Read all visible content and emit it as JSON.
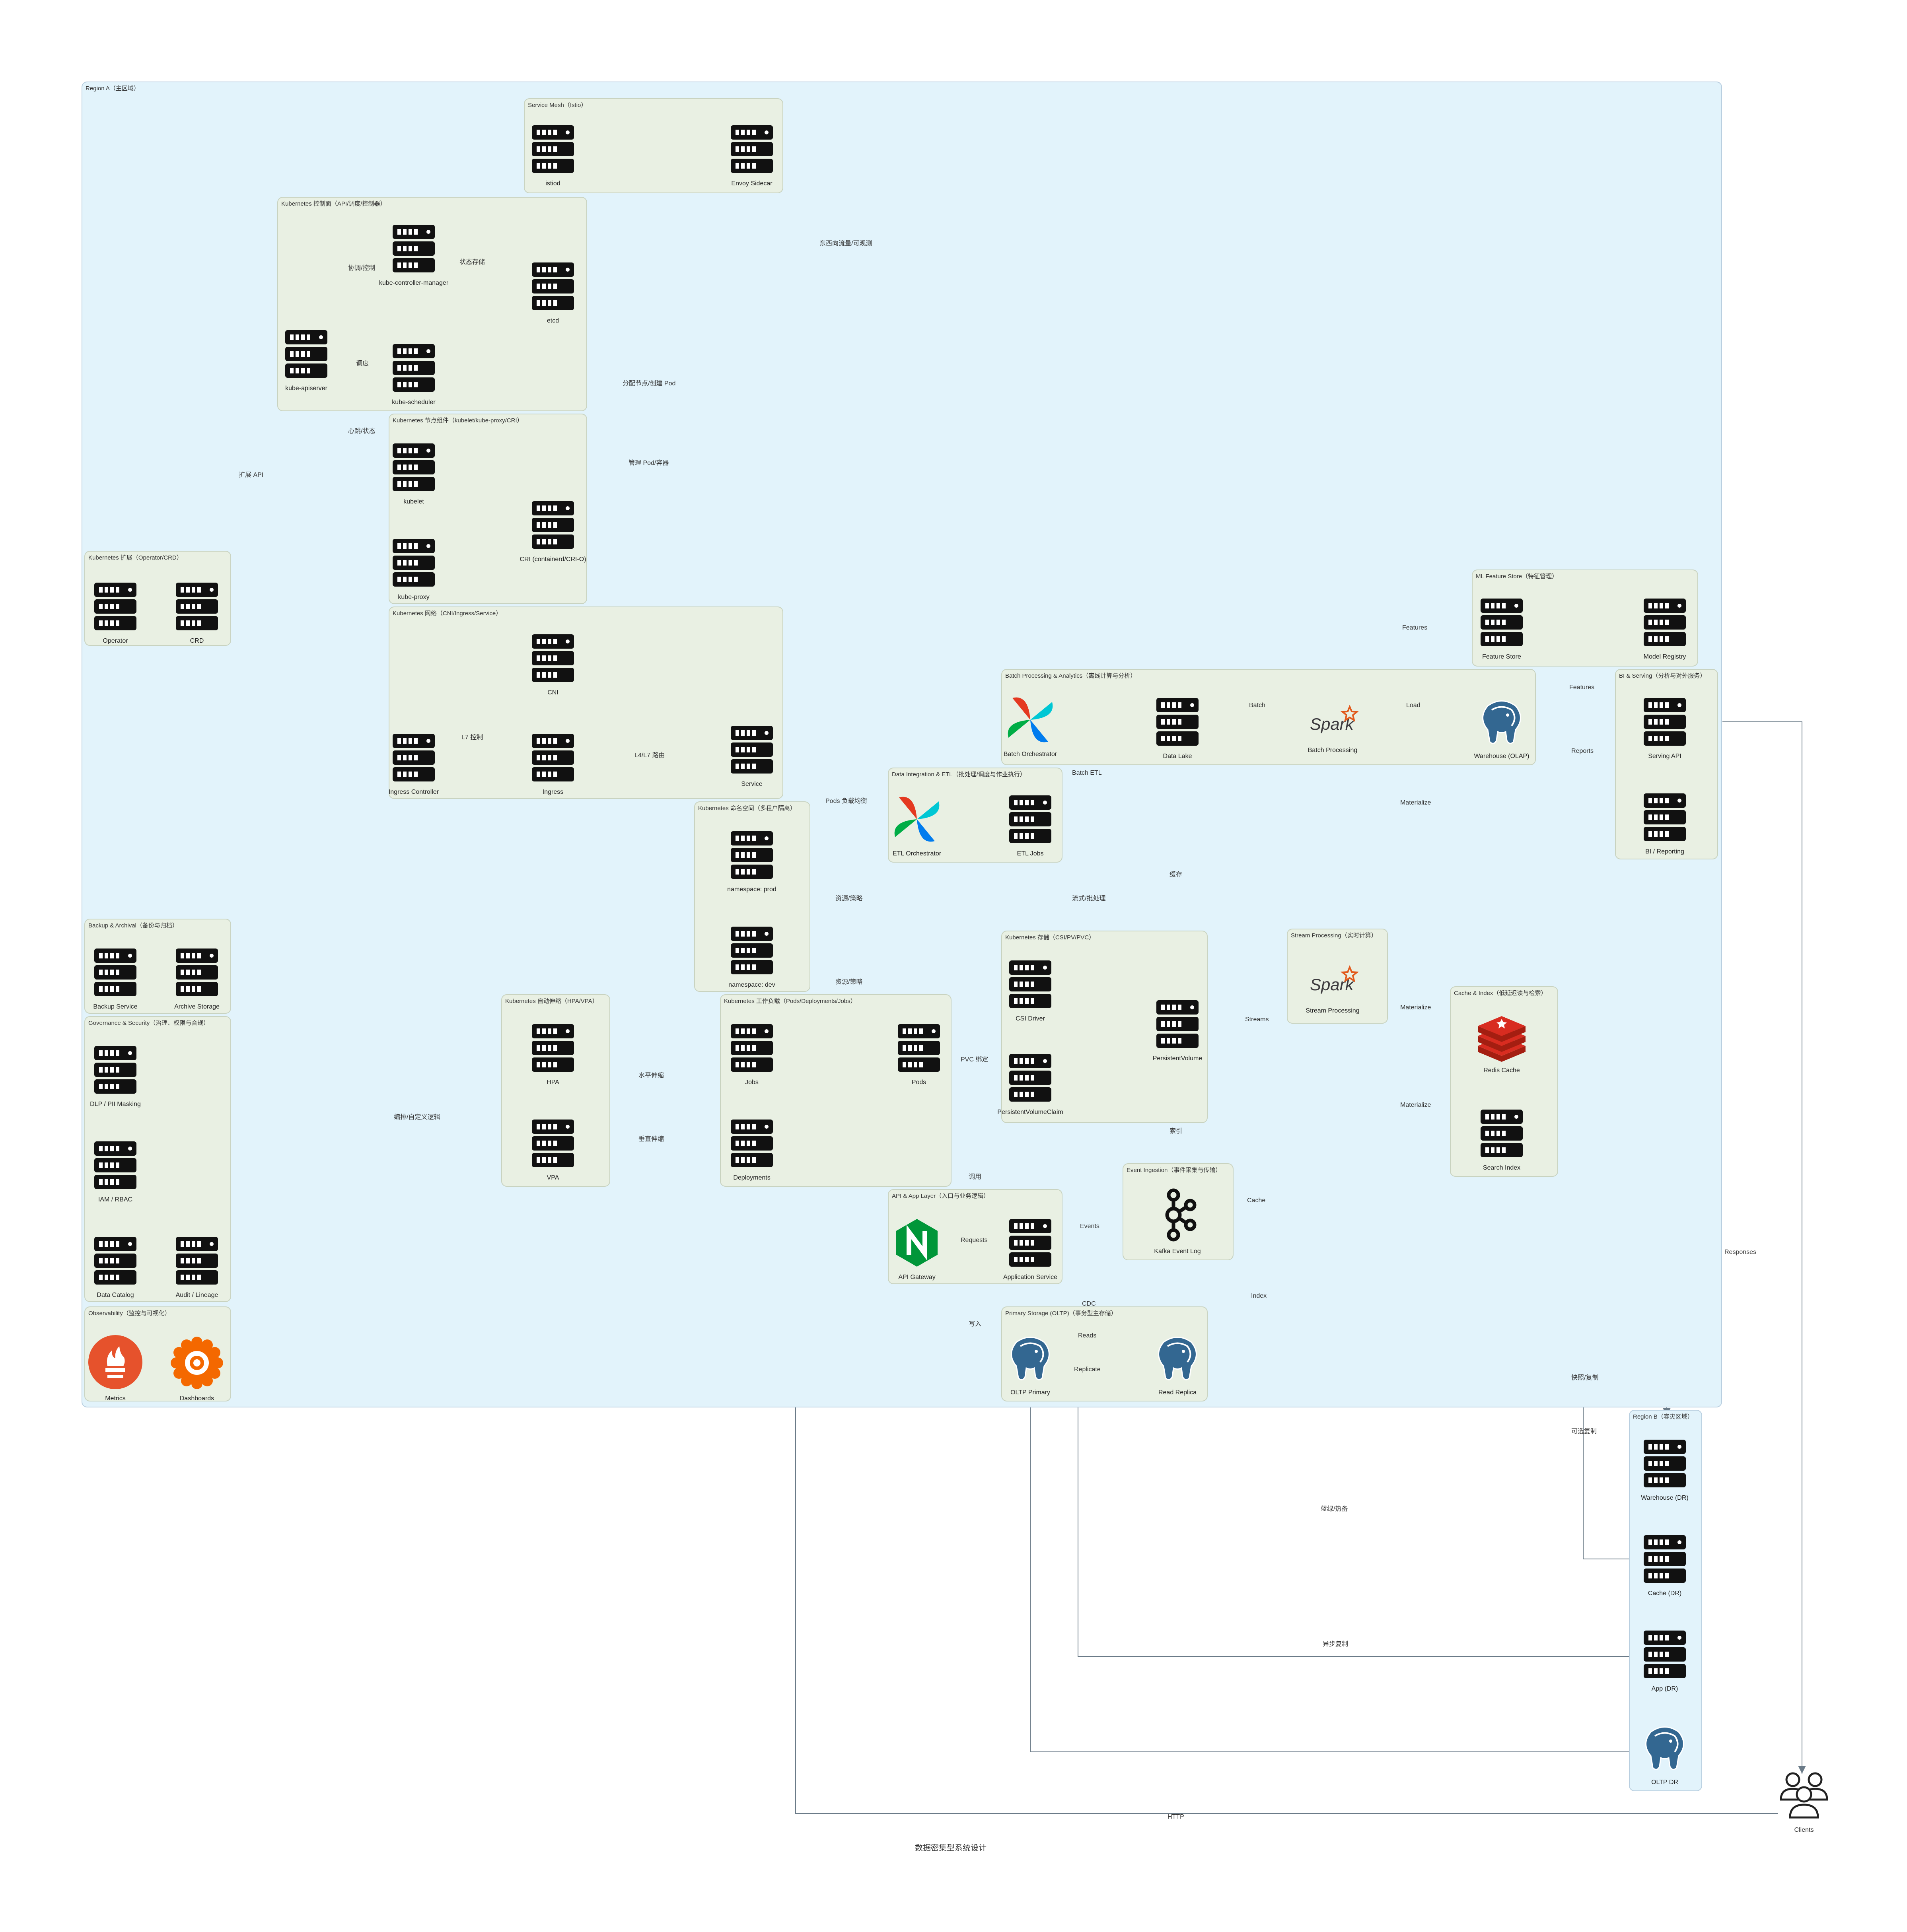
{
  "title": "数据密集型系统设计",
  "regions": {
    "a": "Region A（主区域）",
    "b": "Region B（容灾区域）"
  },
  "groups": {
    "mesh": "Service Mesh（Istio）",
    "k8s_cp": "Kubernetes 控制面（API/调度/控制器）",
    "k8s_node": "Kubernetes 节点组件（kubelet/kube-proxy/CRI）",
    "k8s_ext": "Kubernetes 扩展（Operator/CRD）",
    "k8s_net": "Kubernetes 网络（CNI/Ingress/Service）",
    "ml": "ML Feature Store（特征管理）",
    "batch": "Batch Processing & Analytics（离线计算与分析）",
    "bi": "BI & Serving（分析与对外服务）",
    "etl": "Data Integration & ETL（批处理/调度与作业执行）",
    "ns": "Kubernetes 命名空间（多租户隔离）",
    "backup": "Backup & Archival（备份与归档）",
    "gov": "Governance & Security（治理、权限与合规）",
    "obs": "Observability（监控与可视化）",
    "hpa": "Kubernetes 自动伸缩（HPA/VPA）",
    "workload": "Kubernetes 工作负载（Pods/Deployments/Jobs）",
    "storage": "Kubernetes 存储（CSI/PV/PVC）",
    "stream": "Stream Processing（实时计算）",
    "cache": "Cache & Index（低延迟读与检索）",
    "event": "Event Ingestion（事件采集与传输）",
    "api": "API & App Layer（入口与业务逻辑）",
    "oltp": "Primary Storage (OLTP)（事务型主存储）"
  },
  "nodes": {
    "istiod": "istiod",
    "envoy": "Envoy Sidecar",
    "controller": "kube-controller-manager",
    "etcd": "etcd",
    "apiserver": "kube-apiserver",
    "scheduler": "kube-scheduler",
    "kubelet": "kubelet",
    "cri": "CRI (containerd/CRI-O)",
    "kubeproxy": "kube-proxy",
    "operator": "Operator",
    "crd": "CRD",
    "cni": "CNI",
    "ingress_ctrl": "Ingress Controller",
    "ingress": "Ingress",
    "service": "Service",
    "feature_store": "Feature Store",
    "model_registry": "Model Registry",
    "batch_orch": "Batch Orchestrator",
    "data_lake": "Data Lake",
    "batch_proc": "Batch Processing",
    "warehouse": "Warehouse (OLAP)",
    "serving_api": "Serving API",
    "bi_report": "BI / Reporting",
    "etl_orch": "ETL Orchestrator",
    "etl_jobs": "ETL Jobs",
    "ns_prod": "namespace: prod",
    "ns_dev": "namespace: dev",
    "backup_svc": "Backup Service",
    "archive": "Archive Storage",
    "dlp": "DLP / PII Masking",
    "iam": "IAM / RBAC",
    "catalog": "Data Catalog",
    "audit": "Audit / Lineage",
    "metrics": "Metrics",
    "dashboards": "Dashboards",
    "hpa": "HPA",
    "vpa": "VPA",
    "jobs": "Jobs",
    "pods": "Pods",
    "deployments": "Deployments",
    "csi": "CSI Driver",
    "pv": "PersistentVolume",
    "pvc": "PersistentVolumeClaim",
    "stream_proc": "Stream Processing",
    "redis": "Redis Cache",
    "search": "Search Index",
    "kafka": "Kafka Event Log",
    "gateway": "API Gateway",
    "app": "Application Service",
    "oltp_primary": "OLTP Primary",
    "read_replica": "Read Replica",
    "wh_dr": "Warehouse (DR)",
    "cache_dr": "Cache (DR)",
    "app_dr": "App (DR)",
    "oltp_dr": "OLTP DR",
    "clients": "Clients"
  },
  "edge_labels": {
    "east_west": "东西向流量/可观测",
    "coordinate": "协调/控制",
    "state_store": "状态存储",
    "schedule": "调度",
    "assign_pod": "分配节点/创建 Pod",
    "heartbeat": "心跳/状态",
    "extend_api": "扩展 API",
    "manage_pod": "管理 Pod/容器",
    "l7": "L7 控制",
    "l4l7": "L4/L7 路由",
    "pods_lb": "Pods 负载均衡",
    "features1": "Features",
    "features2": "Features",
    "batch": "Batch",
    "load": "Load",
    "reports": "Reports",
    "batch_etl": "Batch ETL",
    "materialize1": "Materialize",
    "cache_cn": "缓存",
    "stream_batch": "流式/批处理",
    "resource1": "资源/策略",
    "resource2": "资源/策略",
    "streams": "Streams",
    "materialize2": "Materialize",
    "materialize3": "Materialize",
    "pvc_bind": "PVC 绑定",
    "hscale": "水平伸缩",
    "orchestrate": "编排/自定义逻辑",
    "vscale": "垂直伸缩",
    "index_cn": "索引",
    "invoke": "调用",
    "cache": "Cache",
    "events": "Events",
    "requests": "Requests",
    "cdc": "CDC",
    "index": "Index",
    "write": "写入",
    "reads": "Reads",
    "replicate": "Replicate",
    "responses": "Responses",
    "snapshot": "快照/复制",
    "optional_rep": "可选复制",
    "bluegreen": "蓝绿/热备",
    "async_rep": "异步复制",
    "http": "HTTP"
  },
  "colors": {
    "region": "#e2f3fb",
    "group": "#e9f0e3",
    "edge": "#6b7b88",
    "spark": "#e25a1c",
    "nginx": "#009639",
    "postgres": "#336791",
    "redis": "#d82c20",
    "prometheus": "#e6522c",
    "grafana": "#f46800"
  }
}
